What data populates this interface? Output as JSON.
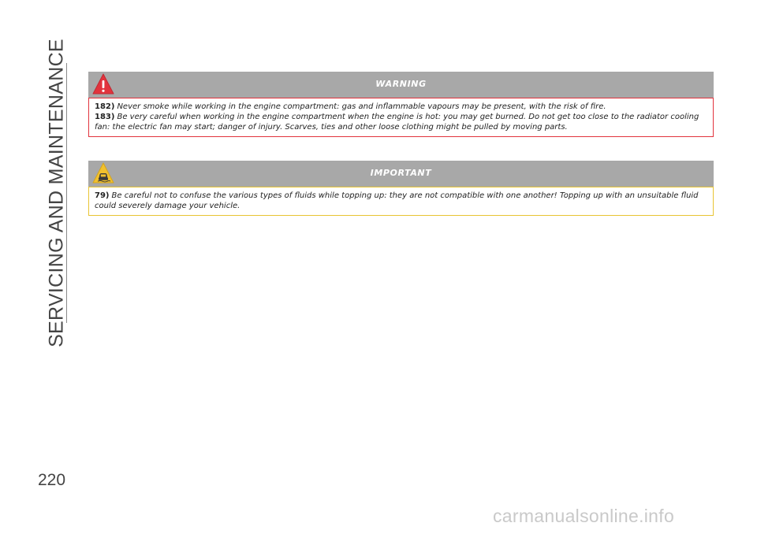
{
  "section_title": "SERVICING AND MAINTENANCE",
  "page_number": "220",
  "watermark": "carmanualsonline.info",
  "warning": {
    "title": "WARNING",
    "icon": "warning-triangle-icon",
    "color": "#e2333d",
    "notes": [
      {
        "number": "182)",
        "text": "Never smoke while working in the engine compartment: gas and inflammable vapours may be present, with the risk of fire."
      },
      {
        "number": "183)",
        "text": "Be very careful when working in the engine compartment when the engine is hot: you may get burned. Do not get too close to the radiator cooling fan: the electric fan may start; danger of injury. Scarves, ties and other loose clothing might be pulled by moving parts."
      }
    ]
  },
  "important": {
    "title": "IMPORTANT",
    "icon": "car-caution-icon",
    "color": "#e8c433",
    "notes": [
      {
        "number": "79)",
        "text": "Be careful not to confuse the various types of fluids while topping up: they are not compatible with one another! Topping up with an unsuitable fluid could severely damage your vehicle."
      }
    ]
  }
}
